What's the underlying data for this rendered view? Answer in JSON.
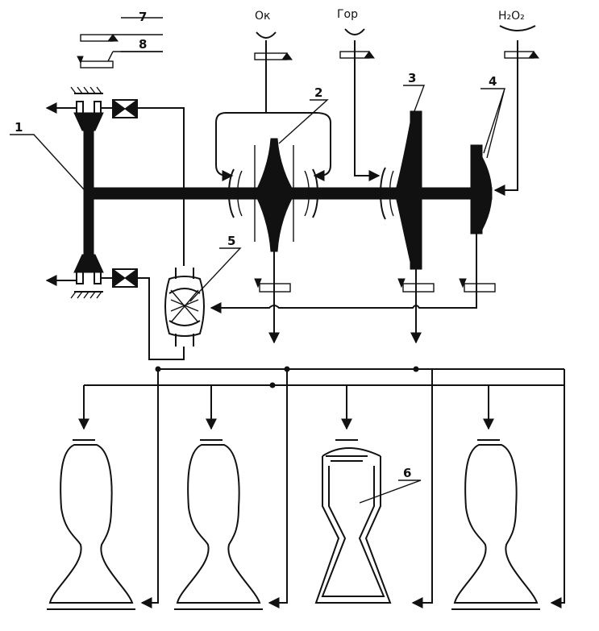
{
  "labels": {
    "n1": "1",
    "n2": "2",
    "n3": "3",
    "n4": "4",
    "n5": "5",
    "n6": "6",
    "n7": "7",
    "n8": "8"
  },
  "inlets": {
    "oxidizer": "Ок",
    "fuel": "Гор",
    "peroxide": "H₂O₂"
  }
}
